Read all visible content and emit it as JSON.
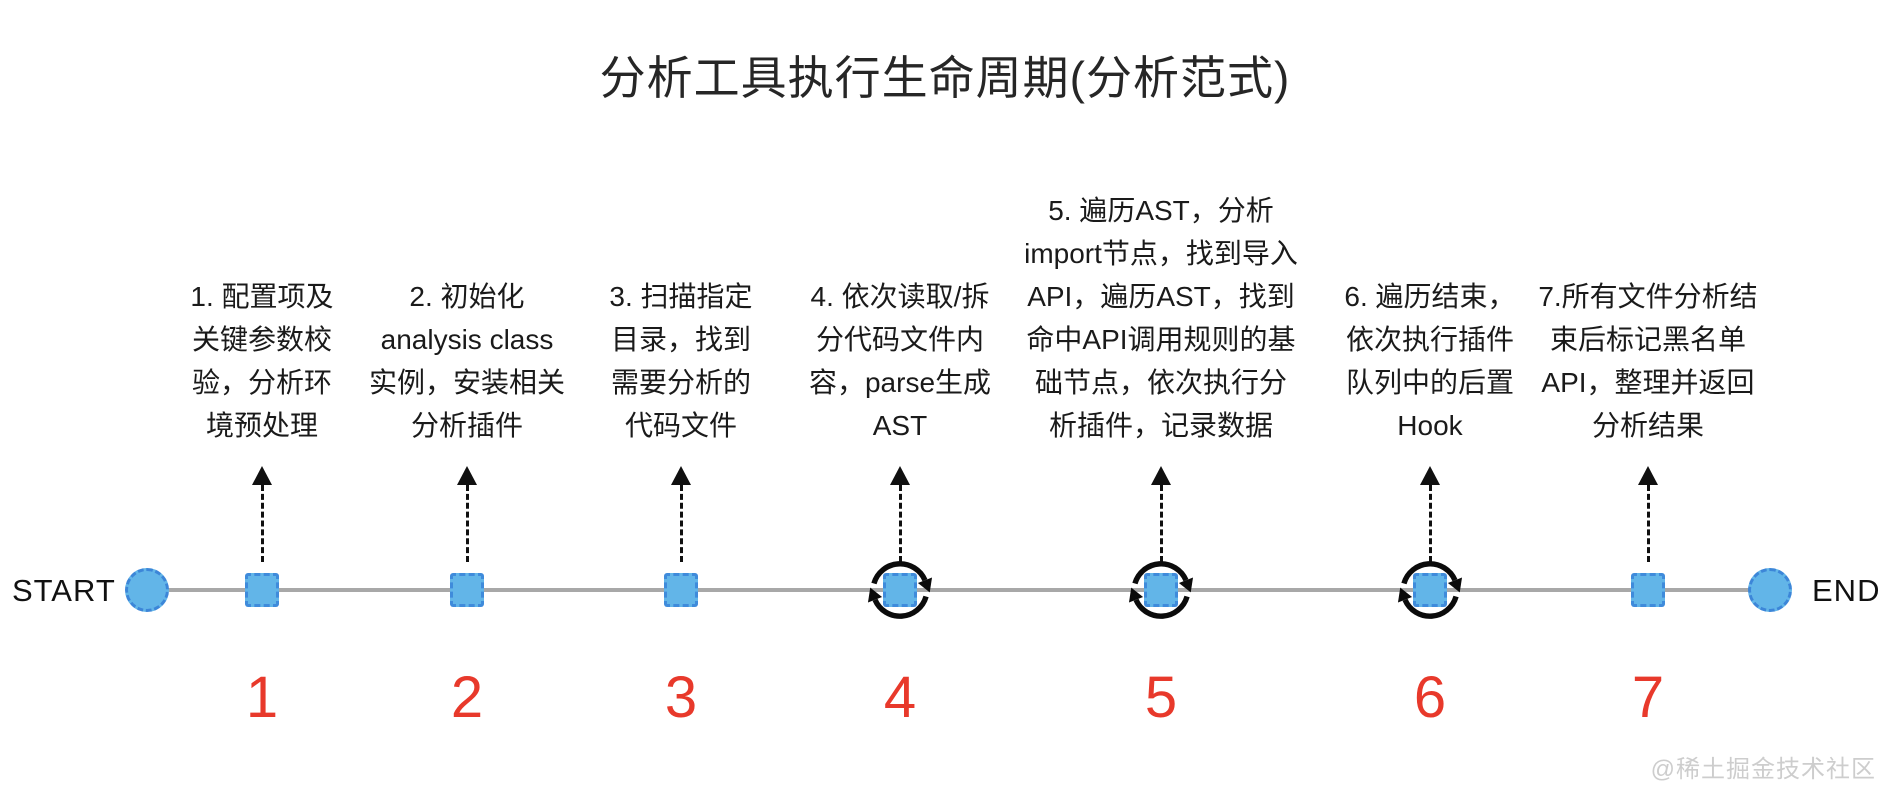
{
  "title": "分析工具执行生命周期(分析范式)",
  "timeline": {
    "start_label": "START",
    "end_label": "END"
  },
  "steps": [
    {
      "number": "1",
      "loop": false,
      "lines": [
        "1. 配置项及",
        "关键参数校",
        "验，分析环",
        "境预处理"
      ]
    },
    {
      "number": "2",
      "loop": false,
      "lines": [
        "2. 初始化",
        "analysis class",
        "实例，安装相关",
        "分析插件"
      ]
    },
    {
      "number": "3",
      "loop": false,
      "lines": [
        "3. 扫描指定",
        "目录，找到",
        "需要分析的",
        "代码文件"
      ]
    },
    {
      "number": "4",
      "loop": true,
      "lines": [
        "4. 依次读取/拆",
        "分代码文件内",
        "容，parse生成",
        "AST"
      ]
    },
    {
      "number": "5",
      "loop": true,
      "lines": [
        "5. 遍历AST，分析",
        "import节点，找到导入",
        "API，遍历AST，找到",
        "命中API调用规则的基",
        "础节点，依次执行分",
        "析插件，记录数据"
      ]
    },
    {
      "number": "6",
      "loop": true,
      "lines": [
        "6. 遍历结束，",
        "依次执行插件",
        "队列中的后置",
        "Hook"
      ]
    },
    {
      "number": "7",
      "loop": false,
      "lines": [
        "7.所有文件分析结",
        "束后标记黑名单",
        "API，整理并返回",
        "分析结果"
      ]
    }
  ],
  "watermark": "@稀土掘金技术社区",
  "colors": {
    "node_fill": "#62b5e8",
    "node_border": "#3f8bdb",
    "timeline_line": "#a8a8a8",
    "step_number": "#e8392b",
    "arrow": "#101010",
    "watermark": "#cdcdcd"
  }
}
